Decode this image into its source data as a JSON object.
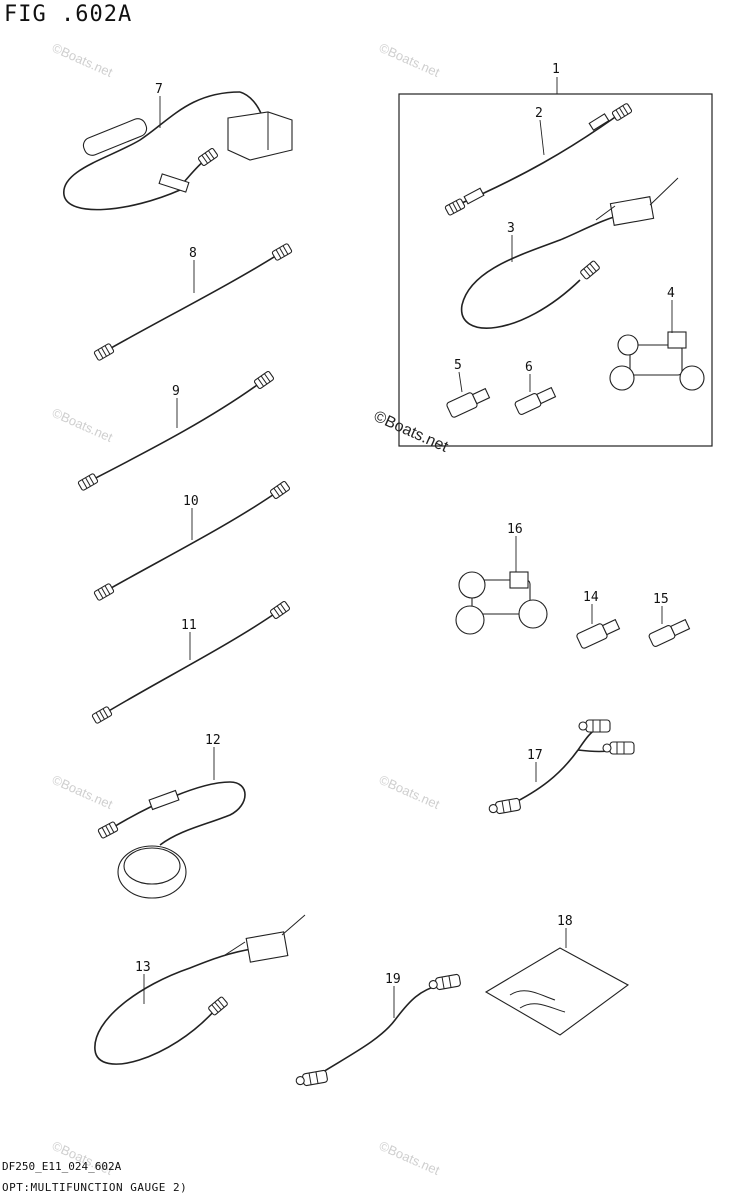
{
  "figure": {
    "title": "FIG .602A",
    "code": "DF250_E11_024_602A",
    "description": "OPT:MULTIFUNCTION GAUGE 2)"
  },
  "watermark": {
    "text": "Boats.net",
    "symbol": "©",
    "highlighted": "Boats.net"
  },
  "callouts": [
    "1",
    "2",
    "3",
    "4",
    "5",
    "6",
    "7",
    "8",
    "9",
    "10",
    "11",
    "12",
    "13",
    "14",
    "15",
    "16",
    "17",
    "18",
    "19"
  ]
}
